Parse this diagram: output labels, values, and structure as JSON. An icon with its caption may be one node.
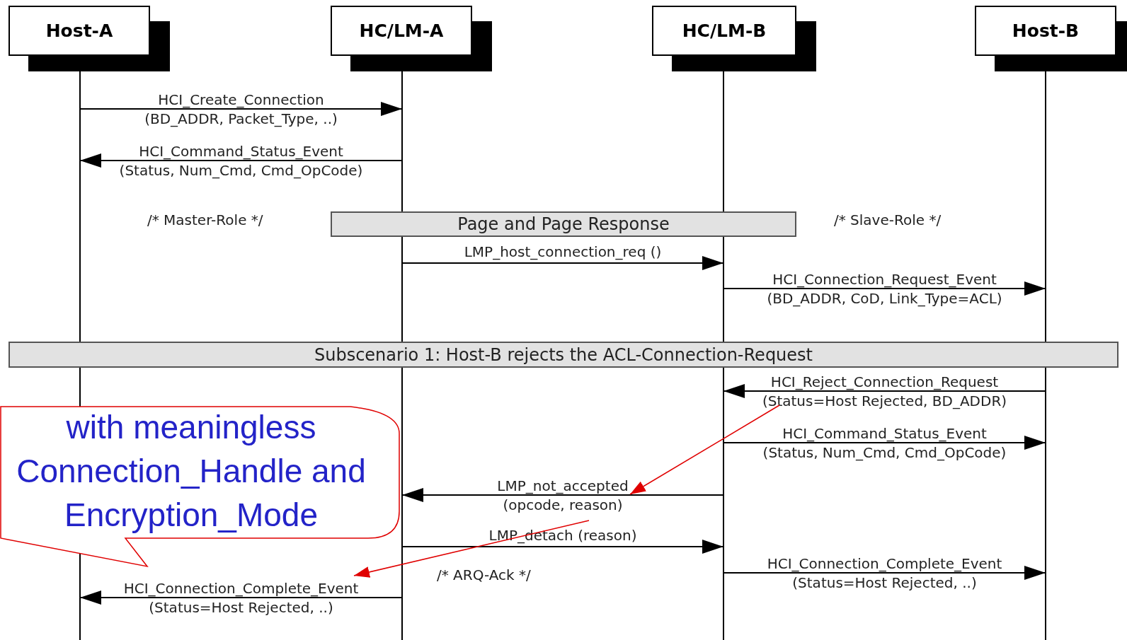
{
  "diagram": {
    "nodes": [
      {
        "text": [
          "Host-A"
        ]
      },
      {
        "text": [
          "HC/LM-A"
        ]
      },
      {
        "text": [
          "HC/LM-B"
        ]
      },
      {
        "text": [
          "Host-B"
        ]
      },
      {
        "text": [
          "Page and Page Response"
        ]
      },
      {
        "text": [
          "Subscenario 1: Host-B rejects the ACL-Connection-Request"
        ]
      },
      {
        "text": [
          "with meaningless Connection_Handle and Encryption_Mode"
        ]
      }
    ],
    "edges": [
      {
        "from": 0,
        "to": 1,
        "arrow": "to",
        "label": "HCI_Create_Connection (BD_ADDR, Packet_Type, ..)"
      },
      {
        "from": 1,
        "to": 0,
        "arrow": "to",
        "label": "HCI_Command_Status_Event (Status, Num_Cmd, Cmd_OpCode)"
      },
      {
        "from": 1,
        "to": 2,
        "arrow": "to",
        "label": "LMP_host_connection_req ()"
      },
      {
        "from": 2,
        "to": 3,
        "arrow": "to",
        "label": "HCI_Connection_Request_Event (BD_ADDR, CoD, Link_Type=ACL)"
      },
      {
        "from": 3,
        "to": 2,
        "arrow": "to",
        "label": "HCI_Reject_Connection_Request (Status=Host Rejected, BD_ADDR)"
      },
      {
        "from": 2,
        "to": 3,
        "arrow": "to",
        "label": "HCI_Command_Status_Event (Status, Num_Cmd, Cmd_OpCode)"
      },
      {
        "from": 2,
        "to": 1,
        "arrow": "to",
        "label": "LMP_not_accepted (opcode, reason)"
      },
      {
        "from": 1,
        "to": 2,
        "arrow": "to",
        "label": "LMP_detach (reason)"
      },
      {
        "from": 2,
        "to": 3,
        "arrow": "to",
        "label": "HCI_Connection_Complete_Event (Status=Host Rejected, ..)"
      },
      {
        "from": 1,
        "to": 0,
        "arrow": "to",
        "label": "HCI_Connection_Complete_Event (Status=Host Rejected, ..)"
      }
    ],
    "labels": [
      "/* Master-Role */",
      "/* Slave-Role */",
      "/* ARQ-Ack */"
    ]
  }
}
